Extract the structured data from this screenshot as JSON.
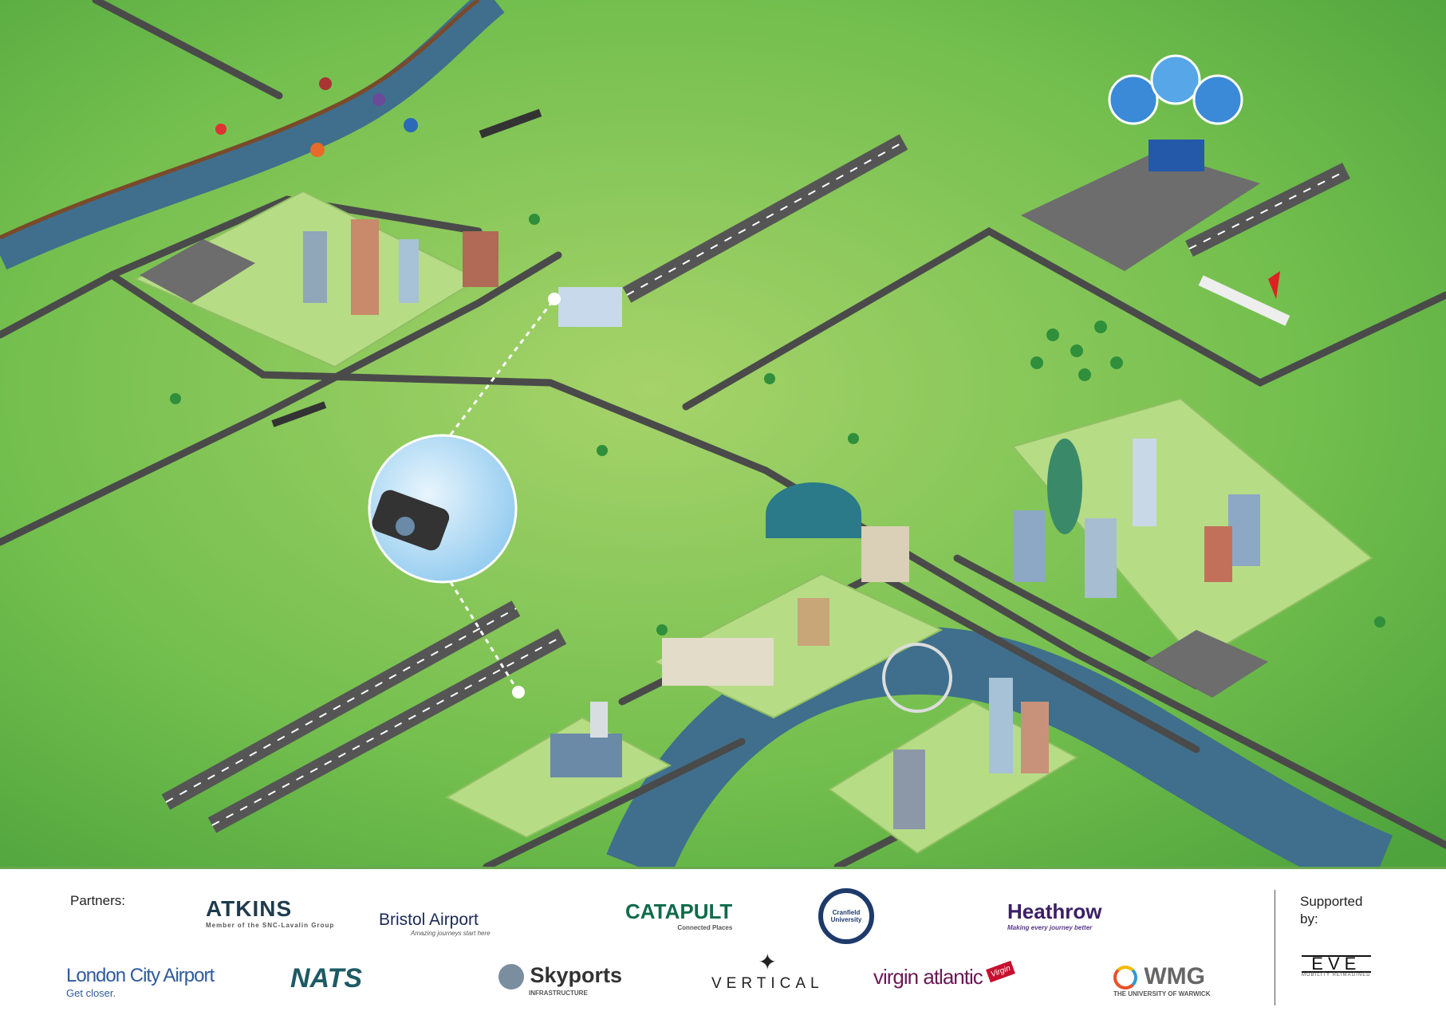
{
  "illustration": {
    "description_icons": [
      "evtol-aircraft-icon",
      "airport-icon",
      "vr-headset-icon",
      "big-ben-icon",
      "london-eye-icon",
      "tower-bridge-icon",
      "hot-air-balloon-icon"
    ],
    "colors": {
      "grass": "#6ab84a",
      "grass_light": "#a6d36a",
      "road": "#4a4a4a",
      "river": "#3f6f8c",
      "runway": "#555555",
      "city_block": "#b7dc86"
    }
  },
  "footer": {
    "partners_label": "Partners:",
    "supported_label": "Supported by:",
    "partners": [
      {
        "name": "ATKINS",
        "tagline": "Member of the SNC-Lavalin Group",
        "color": "#1f3b4d"
      },
      {
        "name": "Bristol Airport",
        "tagline": "Amazing journeys start here",
        "color": "#1c2a55"
      },
      {
        "name": "CATAPULT",
        "tagline": "Connected Places",
        "color": "#0f6b4a"
      },
      {
        "name": "Cranfield University",
        "tagline": "",
        "color": "#1d3a6b"
      },
      {
        "name": "Heathrow",
        "tagline": "Making every journey better",
        "color": "#3b1f66"
      },
      {
        "name": "London City Airport",
        "tagline": "Get closer.",
        "color": "#2f5b9a"
      },
      {
        "name": "NATS",
        "tagline": "",
        "color": "#1c5a64"
      },
      {
        "name": "Skyports",
        "tagline": "INFRASTRUCTURE",
        "color": "#333333"
      },
      {
        "name": "VERTICAL",
        "tagline": "",
        "color": "#222222"
      },
      {
        "name": "virgin atlantic",
        "tagline": "Virgin",
        "color": "#6a1a55"
      },
      {
        "name": "WMG",
        "tagline": "THE UNIVERSITY OF WARWICK",
        "color": "#666666"
      }
    ],
    "supporter": {
      "name": "EVE",
      "tagline": "MOBILITY REIMAGINED"
    }
  }
}
